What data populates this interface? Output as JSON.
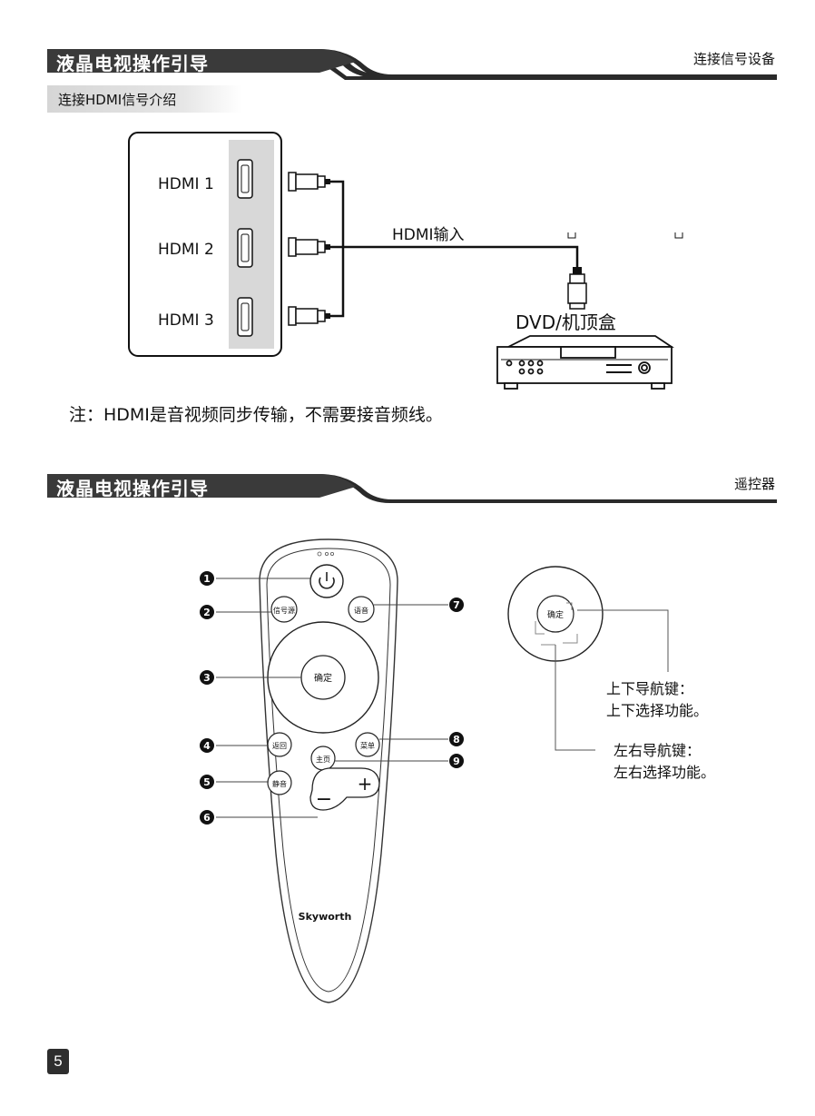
{
  "section1": {
    "header_title": "液晶电视操作引导",
    "header_right": "连接信号设备",
    "subtitle": "连接HDMI信号介绍",
    "ports": [
      "HDMI 1",
      "HDMI 2",
      "HDMI 3"
    ],
    "cable_label": "HDMI输入",
    "device_label": "DVD/机顶盒",
    "note": "注：HDMI是音视频同步传输，不需要接音频线。"
  },
  "section2": {
    "header_title": "液晶电视操作引导",
    "header_right": "遥控器",
    "remote": {
      "buttons": {
        "source": "信号源",
        "voice": "语音",
        "ok": "确定",
        "back": "返回",
        "menu": "菜单",
        "home": "主页",
        "mute": "静音",
        "plus": "+",
        "minus": "−"
      },
      "brand": "Skyworth",
      "callouts": [
        "1",
        "2",
        "3",
        "4",
        "5",
        "6",
        "7",
        "8",
        "9"
      ]
    },
    "nav": {
      "ok": "确定",
      "updown_title": "上下导航键：",
      "updown_desc": "上下选择功能。",
      "leftright_title": "左右导航键：",
      "leftright_desc": "左右选择功能。"
    }
  },
  "page_number": "5"
}
